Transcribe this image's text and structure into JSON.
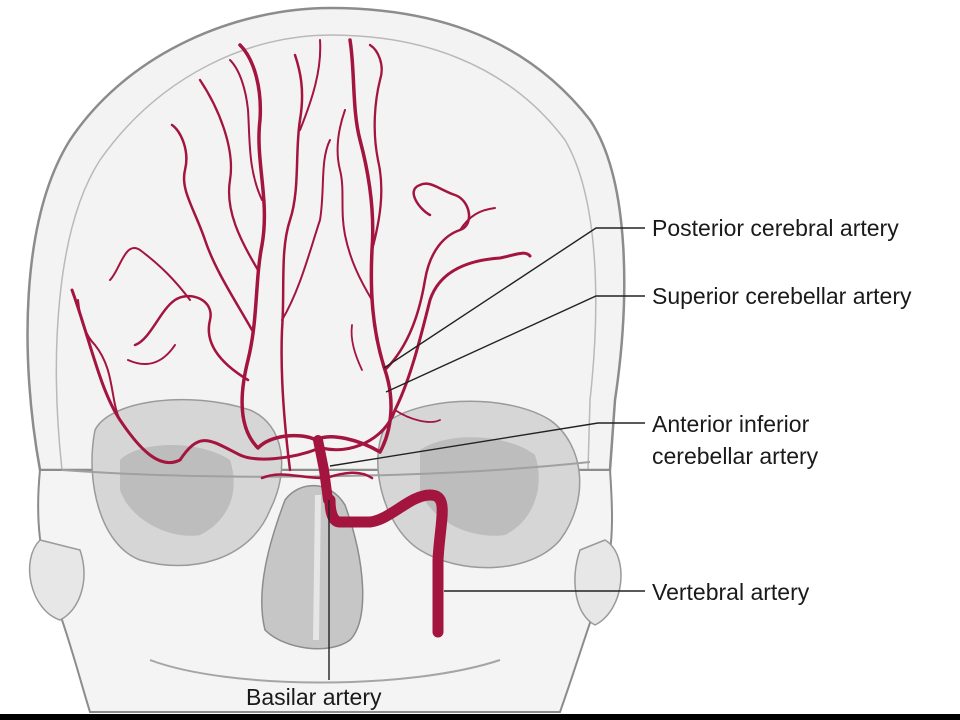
{
  "labels": {
    "posterior_cerebral": "Posterior cerebral artery",
    "superior_cerebellar": "Superior cerebellar artery",
    "anterior_inferior_line1": "Anterior inferior",
    "anterior_inferior_line2": "cerebellar artery",
    "vertebral": "Vertebral artery",
    "basilar": "Basilar artery"
  },
  "colors": {
    "artery": "#a3143f",
    "bone_fill": "#efefef",
    "bone_stroke": "#8c8c8c",
    "shadow": "#cfcfcf",
    "leader": "#222222"
  }
}
